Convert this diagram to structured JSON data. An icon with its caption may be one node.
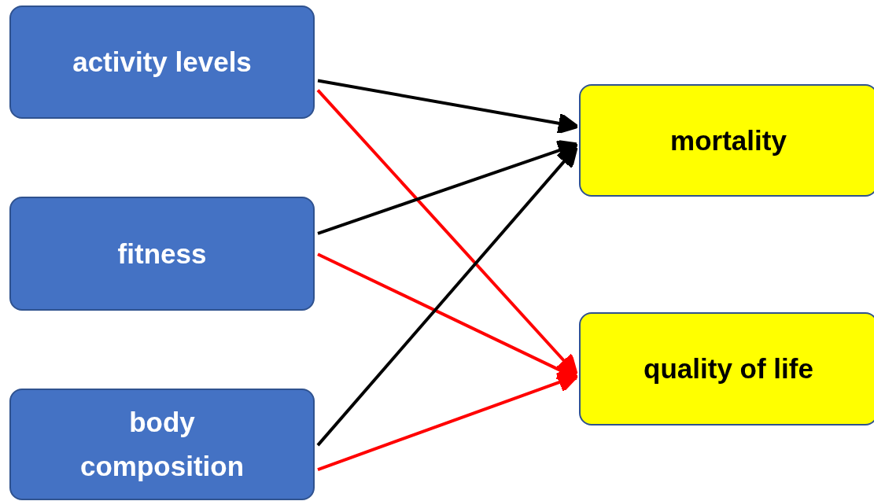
{
  "diagram": {
    "nodes": [
      {
        "text": [
          "activity levels"
        ]
      },
      {
        "text": [
          "fitness"
        ]
      },
      {
        "text": [
          "body composition"
        ]
      },
      {
        "text": [
          "mortality"
        ]
      },
      {
        "text": [
          "quality of life"
        ]
      }
    ],
    "edges": [
      {
        "from": 0,
        "to": 3,
        "arrow": "to",
        "color": "#000000"
      },
      {
        "from": 0,
        "to": 4,
        "arrow": "to",
        "color": "#ff0000"
      },
      {
        "from": 1,
        "to": 3,
        "arrow": "to",
        "color": "#000000"
      },
      {
        "from": 1,
        "to": 4,
        "arrow": "to",
        "color": "#ff0000"
      },
      {
        "from": 2,
        "to": 3,
        "arrow": "to",
        "color": "#000000"
      },
      {
        "from": 2,
        "to": 4,
        "arrow": "to",
        "color": "#ff0000"
      }
    ]
  }
}
